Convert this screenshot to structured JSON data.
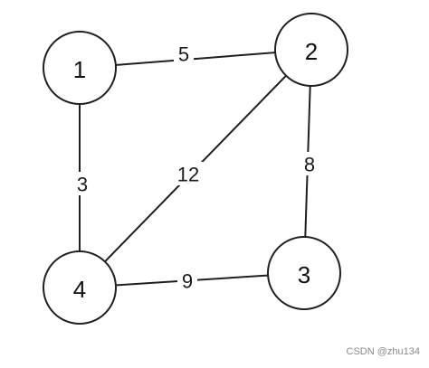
{
  "graph": {
    "nodes": [
      {
        "id": "1",
        "label": "1"
      },
      {
        "id": "2",
        "label": "2"
      },
      {
        "id": "3",
        "label": "3"
      },
      {
        "id": "4",
        "label": "4"
      }
    ],
    "edges": [
      {
        "from": "1",
        "to": "2",
        "weight": "5"
      },
      {
        "from": "1",
        "to": "4",
        "weight": "3"
      },
      {
        "from": "2",
        "to": "4",
        "weight": "12"
      },
      {
        "from": "2",
        "to": "3",
        "weight": "8"
      },
      {
        "from": "4",
        "to": "3",
        "weight": "9"
      }
    ]
  },
  "watermark": "CSDN @zhu134",
  "colors": {
    "stroke": "#1f1f1f",
    "background": "#ffffff",
    "watermark": "#8a8a8a"
  }
}
